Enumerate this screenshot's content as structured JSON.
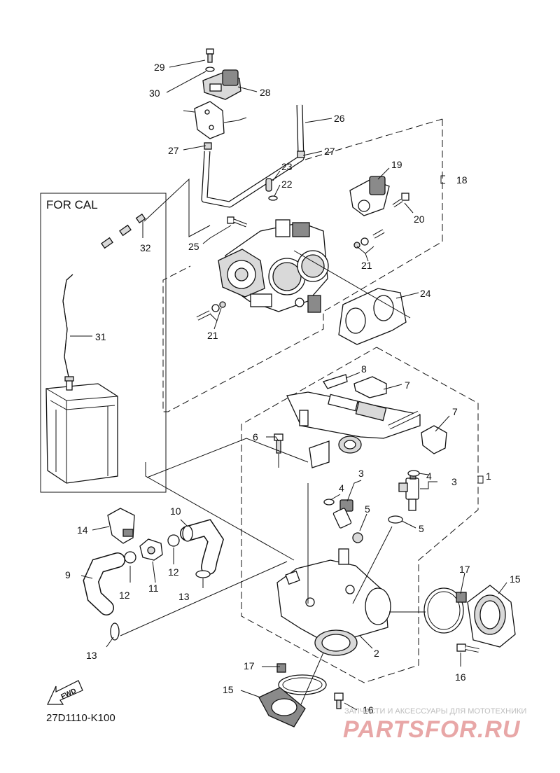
{
  "box_label": "FOR CAL",
  "part_code": "27D1110-K100",
  "fwd_label": "FWD",
  "watermark": {
    "tagline": "ЗАПЧАСТИ И АКСЕССУАРЫ ДЛЯ МОТОТЕХНИКИ",
    "brand": "PARTSFOR.RU"
  },
  "callouts": {
    "c1": "1",
    "c2": "2",
    "c3a": "3",
    "c3b": "3",
    "c4a": "4",
    "c4b": "4",
    "c5a": "5",
    "c5b": "5",
    "c6": "6",
    "c7a": "7",
    "c7b": "7",
    "c8": "8",
    "c9": "9",
    "c10": "10",
    "c11": "11",
    "c12a": "12",
    "c12b": "12",
    "c13a": "13",
    "c13b": "13",
    "c14": "14",
    "c15a": "15",
    "c15b": "15",
    "c16a": "16",
    "c16b": "16",
    "c17a": "17",
    "c17b": "17",
    "c18": "18",
    "c19": "19",
    "c20": "20",
    "c21a": "21",
    "c21b": "21",
    "c22": "22",
    "c23": "23",
    "c24": "24",
    "c25": "25",
    "c26": "26",
    "c27a": "27",
    "c27b": "27",
    "c28": "28",
    "c29": "29",
    "c30": "30",
    "c31": "31",
    "c32": "32"
  }
}
